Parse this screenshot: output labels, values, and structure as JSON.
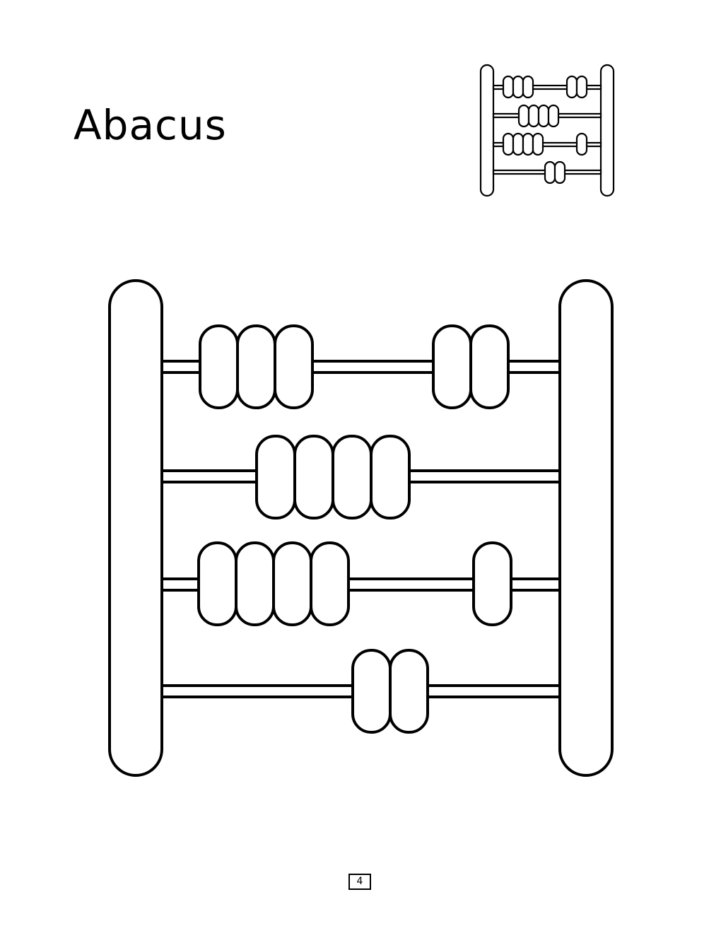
{
  "page": {
    "title": "Abacus",
    "page_number": "4"
  },
  "abacus": {
    "rows": [
      {
        "left_group_beads": 3,
        "right_group_beads": 2
      },
      {
        "left_group_beads": 4,
        "right_group_beads": 0
      },
      {
        "left_group_beads": 4,
        "right_group_beads": 1
      },
      {
        "left_group_beads": 2,
        "right_group_beads": 0
      }
    ],
    "colors": {
      "outline": "#000000",
      "fill": "#ffffff"
    }
  }
}
